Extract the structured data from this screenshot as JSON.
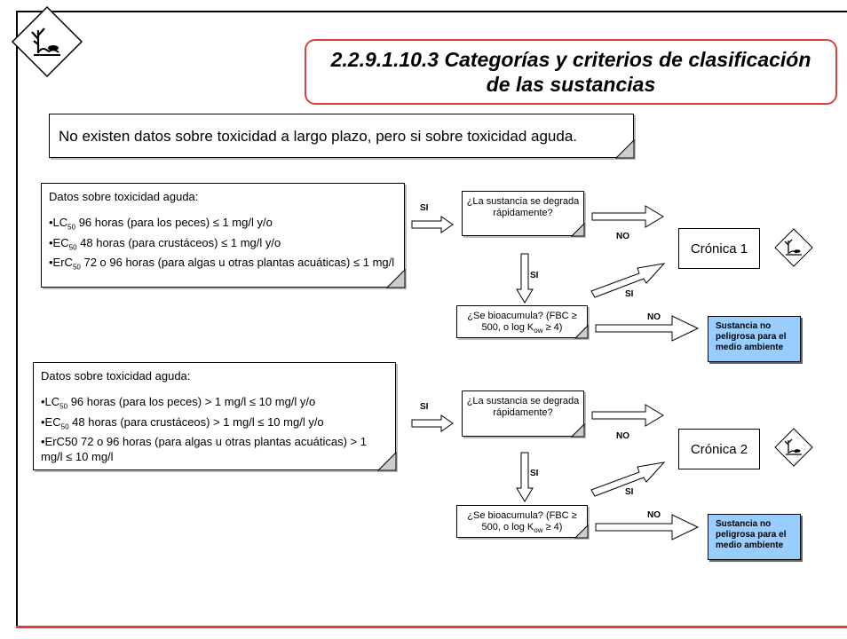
{
  "title": "2.2.9.1.10.3 Categorías y criterios de clasificación de las sustancias",
  "intro": "No existen datos sobre toxicidad a largo plazo, pero si sobre toxicidad aguda.",
  "block1": {
    "heading": "Datos sobre toxicidad aguda:",
    "line1_pre": "•LC",
    "line1_sub": "50",
    "line1_post": " 96 horas (para los peces) ≤ 1 mg/l    y/o",
    "line2_pre": "•EC",
    "line2_sub": "50",
    "line2_post": " 48 horas (para crustáceos) ≤ 1 mg/l    y/o",
    "line3_pre": "•ErC",
    "line3_sub": "50",
    "line3_post": " 72 o 96 horas (para algas u otras plantas acuáticas) ≤ 1 mg/l",
    "si_label": "SI",
    "q1": "¿La sustancia se degrada rápidamente?",
    "no_label": "NO",
    "si_down": "SI",
    "si_up": "SI",
    "q2_pre": "¿Se bioacumula? (FBC ≥ 500, o log K",
    "q2_sub": "ow",
    "q2_post": " ≥ 4)",
    "no2_label": "NO",
    "category": "Crónica 1",
    "result": "Sustancia no peligrosa para el medio ambiente"
  },
  "block2": {
    "heading": "Datos sobre toxicidad aguda:",
    "line1_pre": "•LC",
    "line1_sub": "50",
    "line1_post": " 96 horas (para los peces) > 1 mg/l ≤ 10 mg/l y/o",
    "line2_pre": "•EC",
    "line2_sub": "50",
    "line2_post": " 48 horas (para crustáceos) > 1 mg/l ≤ 10 mg/l y/o",
    "line3": "•ErC50 72 o 96 horas (para algas u otras plantas acuáticas) > 1 mg/l ≤ 10 mg/l",
    "si_label": "SI",
    "q1": "¿La sustancia se degrada rápidamente?",
    "no_label": "NO",
    "si_down": "SI",
    "si_up": "SI",
    "q2_pre": "¿Se bioacumula? (FBC ≥ 500, o log K",
    "q2_sub": "ow",
    "q2_post": " ≥ 4)",
    "no2_label": "NO",
    "category": "Crónica 2",
    "result": "Sustancia no peligrosa para el medio ambiente"
  },
  "colors": {
    "accent_red": "#d9413a",
    "result_fill": "#99ccff"
  },
  "icons": [
    "environment-hazard-icon"
  ]
}
